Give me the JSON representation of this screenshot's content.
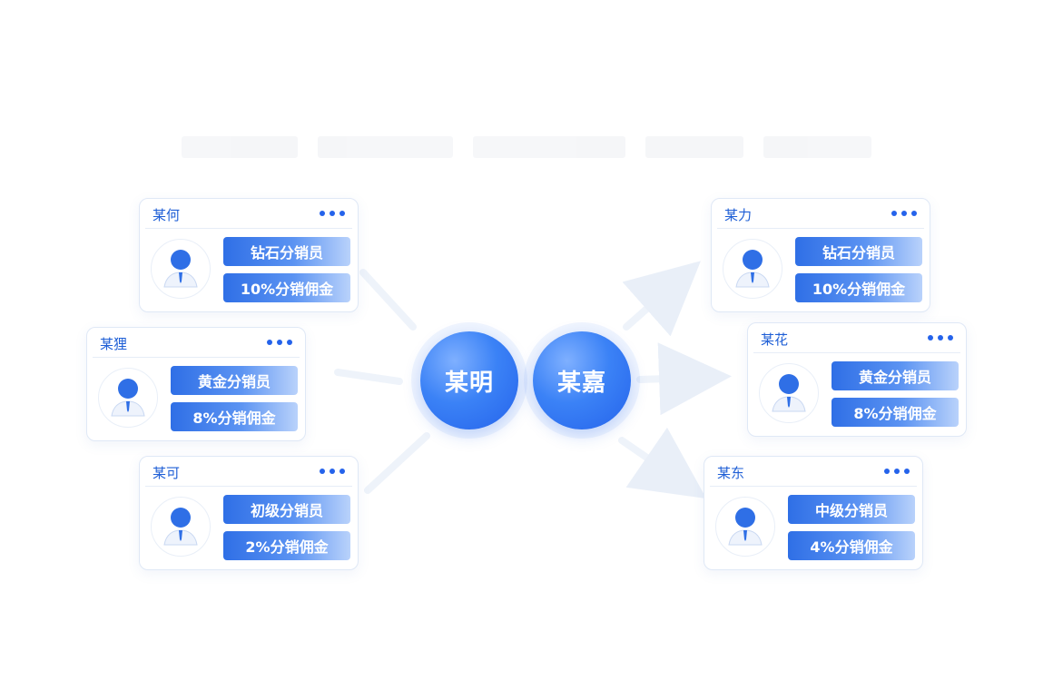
{
  "hubs": {
    "left": "某明",
    "right": "某嘉"
  },
  "cards": [
    {
      "name": "某何",
      "rank": "钻石分销员",
      "rate": "10%分销佣金"
    },
    {
      "name": "某狸",
      "rank": "黄金分销员",
      "rate": "8%分销佣金"
    },
    {
      "name": "某可",
      "rank": "初级分销员",
      "rate": "2%分销佣金"
    },
    {
      "name": "某力",
      "rank": "钻石分销员",
      "rate": "10%分销佣金"
    },
    {
      "name": "某花",
      "rank": "黄金分销员",
      "rate": "8%分销佣金"
    },
    {
      "name": "某东",
      "rank": "中级分销员",
      "rate": "4%分销佣金"
    }
  ],
  "icons": {
    "menu": "more-dots-icon",
    "avatar": "person-avatar-icon"
  },
  "colors": {
    "accent": "#2563eb",
    "name_text": "#1f5fd6"
  }
}
